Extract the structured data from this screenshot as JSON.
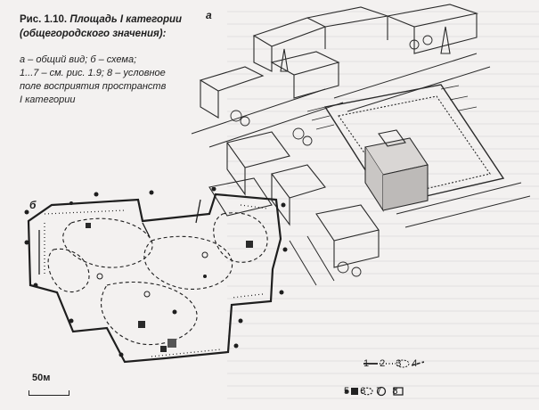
{
  "figure": {
    "number": "Рис. 1.10.",
    "title_line1": "Площадь I категории",
    "title_line2": "(общегородского значения):",
    "desc_line1": "а – общий вид; б – схема;",
    "desc_line2": "1...7 – см. рис. 1.9; 8 – условное",
    "desc_line3": "поле восприятия пространств",
    "desc_line4": "I категории"
  },
  "labels": {
    "view": "а",
    "scheme": "б"
  },
  "scale": {
    "text": "50м"
  },
  "legend": {
    "row1": [
      {
        "num": "1",
        "icon": "solid-line-icon"
      },
      {
        "num": "2",
        "icon": "dotted-line-icon"
      },
      {
        "num": "3",
        "icon": "dashed-oval-icon"
      },
      {
        "num": "4",
        "icon": "dash-dot-line-icon"
      }
    ],
    "row2": [
      {
        "num": "5",
        "icon": "dot-square-icon"
      },
      {
        "num": "6",
        "icon": "dashed-blob-icon"
      },
      {
        "num": "7",
        "icon": "circle-icon"
      },
      {
        "num": "8",
        "icon": "bracket-rect-icon"
      }
    ]
  }
}
